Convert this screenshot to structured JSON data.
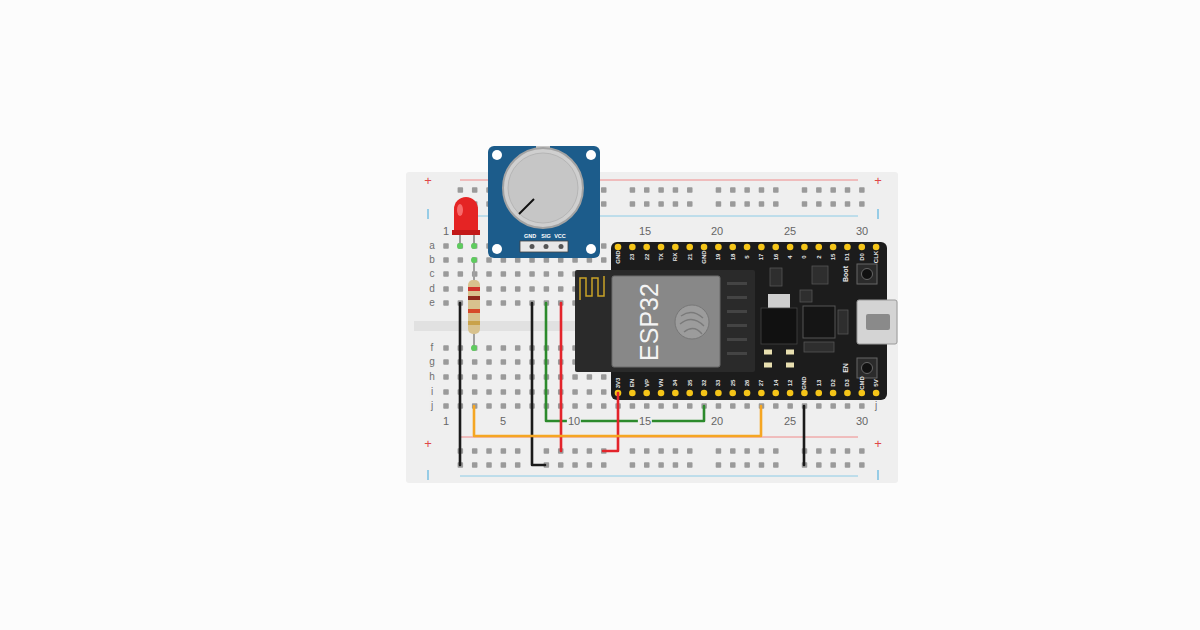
{
  "diagram": {
    "nodes": [
      {
        "text": [
          "1",
          "15",
          "20",
          "25",
          "30",
          "a",
          "b",
          "c",
          "d",
          "e",
          "f",
          "g",
          "h",
          "i",
          "j",
          "1",
          "5",
          "10",
          "15",
          "20",
          "25",
          "30",
          "j",
          "+",
          "+",
          "+",
          "+"
        ]
      },
      {
        "text": [
          "GND",
          "SIG",
          "VCC"
        ]
      },
      {
        "text": [
          "GND",
          "23",
          "22",
          "TX",
          "RX",
          "21",
          "GND",
          "19",
          "18",
          "5",
          "17",
          "16",
          "4",
          "0",
          "2",
          "15",
          "D1",
          "D0",
          "CLK",
          "3V3",
          "EN",
          "VP",
          "VN",
          "34",
          "35",
          "32",
          "33",
          "25",
          "26",
          "27",
          "14",
          "12",
          "GND",
          "13",
          "D2",
          "D3",
          "CMD",
          "5V",
          "Boot",
          "EN"
        ],
        "in": 0
      },
      {
        "text": [
          "ESP32"
        ],
        "in": 2
      }
    ]
  }
}
